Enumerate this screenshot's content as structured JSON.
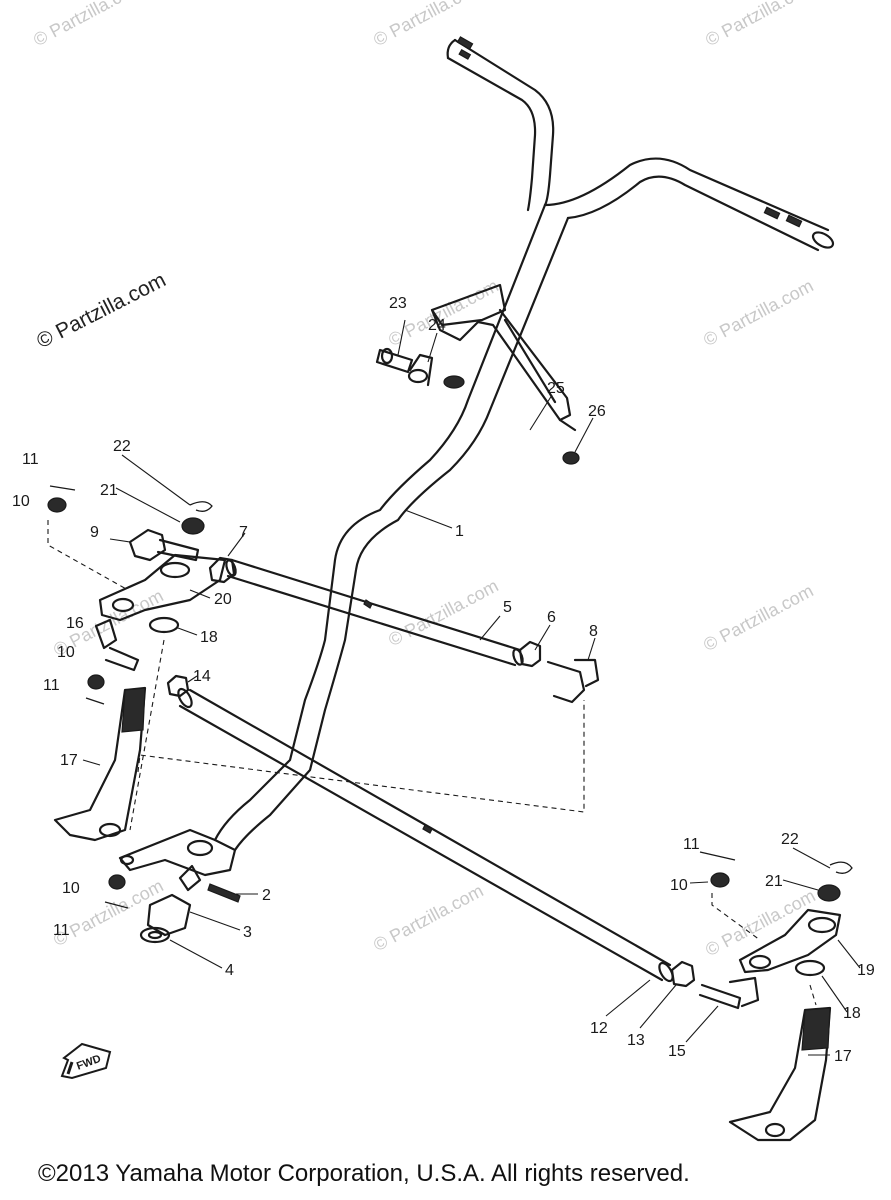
{
  "diagram": {
    "callouts": {
      "c1": "1",
      "c2": "2",
      "c3": "3",
      "c4": "4",
      "c5": "5",
      "c6": "6",
      "c7": "7",
      "c8": "8",
      "c9": "9",
      "c10a": "10",
      "c10b": "10",
      "c10c": "10",
      "c10d": "10",
      "c11a": "11",
      "c11b": "11",
      "c11c": "11",
      "c11d": "11",
      "c12": "12",
      "c13": "13",
      "c14": "14",
      "c15": "15",
      "c16": "16",
      "c17a": "17",
      "c17b": "17",
      "c18a": "18",
      "c18b": "18",
      "c19": "19",
      "c20": "20",
      "c21a": "21",
      "c21b": "21",
      "c22a": "22",
      "c22b": "22",
      "c23": "23",
      "c24": "24",
      "c25": "25",
      "c26": "26"
    },
    "fwd_label": "FWD"
  },
  "watermark": "© Partzilla.com",
  "watermark_main": "© Partzilla.com",
  "copyright": "©2013  Yamaha Motor Corporation, U.S.A. All rights reserved."
}
